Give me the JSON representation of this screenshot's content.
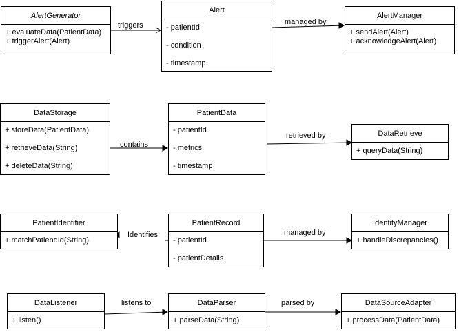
{
  "classes": {
    "alert_generator": {
      "name": "AlertGenerator",
      "members": [
        "+ evaluateData(PatientData)",
        "+ triggerAlert(Alert)"
      ]
    },
    "alert": {
      "name": "Alert",
      "members": [
        "- patientId",
        "- condition",
        "- timestamp"
      ]
    },
    "alert_manager": {
      "name": "AlertManager",
      "members": [
        "+ sendAlert(Alert)",
        "+ acknowledgeAlert(Alert)"
      ]
    },
    "data_storage": {
      "name": "DataStorage",
      "members": [
        "+ storeData(PatientData)",
        "+ retrieveData(String)",
        "+ deleteData(String)"
      ]
    },
    "patient_data": {
      "name": "PatientData",
      "members": [
        "- patientId",
        "- metrics",
        "- timestamp"
      ]
    },
    "data_retrieve": {
      "name": "DataRetrieve",
      "members": [
        "+ queryData(String)"
      ]
    },
    "patient_identifier": {
      "name": "PatientIdentifier",
      "members": [
        "+ matchPatiendId(String)"
      ]
    },
    "patient_record": {
      "name": "PatientRecord",
      "members": [
        "- patientId",
        "- patientDetails"
      ]
    },
    "identity_manager": {
      "name": "IdentityManager",
      "members": [
        "+ handleDiscrepancies()"
      ]
    },
    "data_listener": {
      "name": "DataListener",
      "members": [
        "+ listen()"
      ]
    },
    "data_parser": {
      "name": "DataParser",
      "members": [
        "+ parseData(String)"
      ]
    },
    "data_source_adapter": {
      "name": "DataSourceAdapter",
      "members": [
        "+ processData(PatientData)"
      ]
    }
  },
  "relations": {
    "triggers": "triggers",
    "managed_by_alert": "managed by",
    "contains": "contains",
    "retrieved_by": "retrieved by",
    "identifies": "Identifies",
    "managed_by_record": "managed by",
    "listens_to": "listens to",
    "parsed_by": "parsed by"
  }
}
